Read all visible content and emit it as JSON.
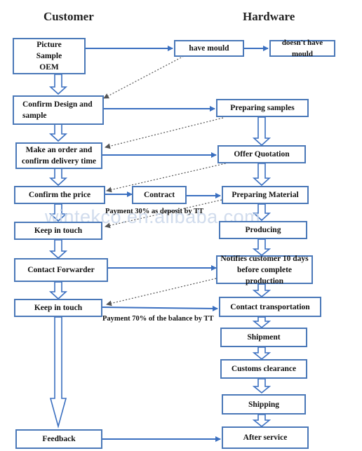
{
  "headers": {
    "customer": "Customer",
    "hardware": "Hardware"
  },
  "customer_steps": {
    "picture": [
      "Picture",
      "Sample",
      "OEM"
    ],
    "confirm_design": [
      "Confirm Design and",
      "sample"
    ],
    "make_order": [
      "Make an order and",
      "confirm delivery time"
    ],
    "confirm_price": "Confirm the price",
    "contract": "Contract",
    "keep_in_touch_1": "Keep in touch",
    "contact_forwarder": "Contact Forwarder",
    "keep_in_touch_2": "Keep in touch",
    "feedback": "Feedback"
  },
  "hardware_steps": {
    "have_mould": "have mould",
    "no_mould": "doesn't have mould",
    "preparing_samples": "Preparing samples",
    "offer_quotation": "Offer Quotation",
    "preparing_material": "Preparing Material",
    "producing": "Producing",
    "notifies": [
      "Notifies customer 10 days",
      "before complete production"
    ],
    "contact_transportation": "Contact transportation",
    "shipment": "Shipment",
    "customs_clearance": "Customs clearance",
    "shipping": "Shipping",
    "after_service": "After service"
  },
  "notes": {
    "deposit": "Payment 30% as deposit by TT",
    "balance": "Payment 70% of the balance by TT"
  },
  "watermark": "wintekco.en.alibaba.com",
  "colors": {
    "box_border": "#4a78b8",
    "arrow": "#3a6fc0",
    "dotted": "#555555"
  }
}
